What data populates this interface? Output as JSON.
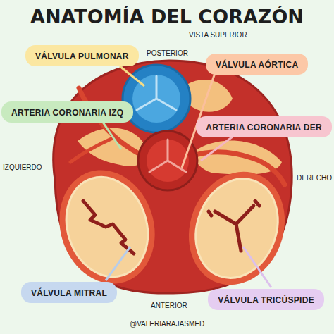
{
  "diagram": {
    "title": "ANATOMÍA DEL CORAZÓN",
    "nodes": [
      {
        "text": [
          "VÁLVULA PULMONAR"
        ]
      },
      {
        "text": [
          "VÁLVULA AÓRTICA"
        ]
      },
      {
        "text": [
          "ARTERIA CORONARIA IZQ"
        ]
      },
      {
        "text": [
          "ARTERIA CORONARIA DER"
        ]
      },
      {
        "text": [
          "VÁLVULA MITRAL"
        ]
      },
      {
        "text": [
          "VÁLVULA TRICÚSPIDE"
        ]
      }
    ],
    "labels": [
      "VISTA SUPERIOR",
      "POSTERIOR",
      "IZQUIERDO",
      "DERECHO",
      "ANTERIOR",
      "@VALERIARAJASMED"
    ]
  }
}
